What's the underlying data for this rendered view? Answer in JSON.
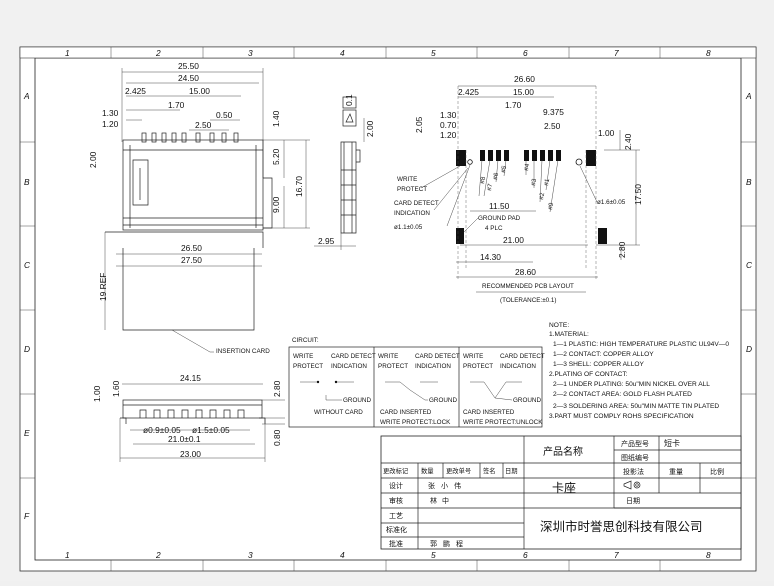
{
  "border": {
    "columns": [
      "1",
      "2",
      "3",
      "4",
      "5",
      "6",
      "7",
      "8"
    ],
    "rows": [
      "A",
      "B",
      "C",
      "D",
      "E",
      "F"
    ]
  },
  "top_view": {
    "dims": [
      "25.50",
      "24.50",
      "2.425",
      "15.00",
      "1.30",
      "1.70",
      "1.20",
      "2.50",
      "0.50",
      "2.00",
      "1.40",
      "5.20",
      "16.70",
      "9.00",
      "26.50",
      "27.50",
      "19 REF"
    ],
    "insertion_label": "INSERTION CARD"
  },
  "side_view": {
    "dims": [
      "0.1",
      "2.00",
      "2.95"
    ]
  },
  "front_view": {
    "dims": [
      "24.15",
      "1.60",
      "1.00",
      "2.80",
      "0.80",
      "ø0.9±0.05",
      "ø1.5±0.05",
      "21.0±0.1",
      "23.00"
    ]
  },
  "pcb_layout": {
    "dims": [
      "26.60",
      "2.425",
      "15.00",
      "1.30",
      "1.70",
      "0.70",
      "9.375",
      "2.05",
      "1.20",
      "2.50",
      "1.00",
      "2.40",
      "11.50",
      "17.50",
      "21.00",
      "14.30",
      "28.60",
      "2.80"
    ],
    "pins": [
      "#8",
      "#7",
      "#6",
      "#5",
      "#4",
      "#3",
      "#2",
      "#1",
      "#9"
    ],
    "labels": {
      "write_protect": [
        "WRITE",
        "PROTECT"
      ],
      "card_detect": [
        "CARD DETECT",
        "INDICATION"
      ],
      "hole_small": "ø1.1±0.05",
      "ground_pad": [
        "GROUND PAD",
        "4 PLC"
      ],
      "hole_large": "ø1.6±0.05",
      "title": "RECOMMENDED PCB LAYOUT",
      "tolerance": "(TOLERANCE:±0.1)"
    }
  },
  "circuit": {
    "title": "CIRCUIT:",
    "panels": [
      {
        "left": [
          "WRITE",
          "PROTECT"
        ],
        "right": [
          "CARD DETECT",
          "INDICATION"
        ],
        "ground": "GROUND",
        "caption": [
          "WITHOUT CARD"
        ]
      },
      {
        "left": [
          "WRITE",
          "PROTECT"
        ],
        "right": [
          "CARD DETECT",
          "INDICATION"
        ],
        "ground": "GROUND",
        "caption": [
          "CARD INSERTED",
          "WRITE PROTECT:LOCK"
        ]
      },
      {
        "left": [
          "WRITE",
          "PROTECT"
        ],
        "right": [
          "CARD DETECT",
          "INDICATION"
        ],
        "ground": "GROUND",
        "caption": [
          "CARD INSERTED",
          "WRITE PROTECT:UNLOCK"
        ]
      }
    ]
  },
  "notes": {
    "title": "NOTE:",
    "lines": [
      "1.MATERIAL:",
      "1—1 PLASTIC: HIGH TEMPERATURE PLASTIC UL94V—0",
      "1—2 CONTACT: COPPER ALLOY",
      "1—3 SHELL: COPPER ALLOY",
      "2.PLATING OF CONTACT:",
      "2—1 UNDER PLATING: 50u\"MIN NICKEL OVER ALL",
      "2—2 CONTACT AREA: GOLD FLASH PLATED",
      "2—3 SOLDERING AREA: 50u\"MIN MATTE TIN PLATED",
      "3.PART MUST COMPLY ROHS SPECIFICATION"
    ]
  },
  "title_block": {
    "product_name_label": "产品名称",
    "product_type_label": "产品型号",
    "product_type_value": "短卡",
    "drawing_no_label": "图纸编号",
    "change_header": [
      "更改标记",
      "数量",
      "更改单号",
      "签名",
      "日期"
    ],
    "projection_label": "投影法",
    "weight_label": "重量",
    "scale_label": "比例",
    "product_value": "卡座",
    "date_label": "日期",
    "rows": [
      {
        "label": "设计",
        "value": "张小伟"
      },
      {
        "label": "审核",
        "value": "林中"
      },
      {
        "label": "工艺",
        "value": ""
      },
      {
        "label": "标准化",
        "value": ""
      },
      {
        "label": "批准",
        "value": "郭鹏程"
      }
    ],
    "company": "深圳市时誉思创科技有限公司"
  }
}
